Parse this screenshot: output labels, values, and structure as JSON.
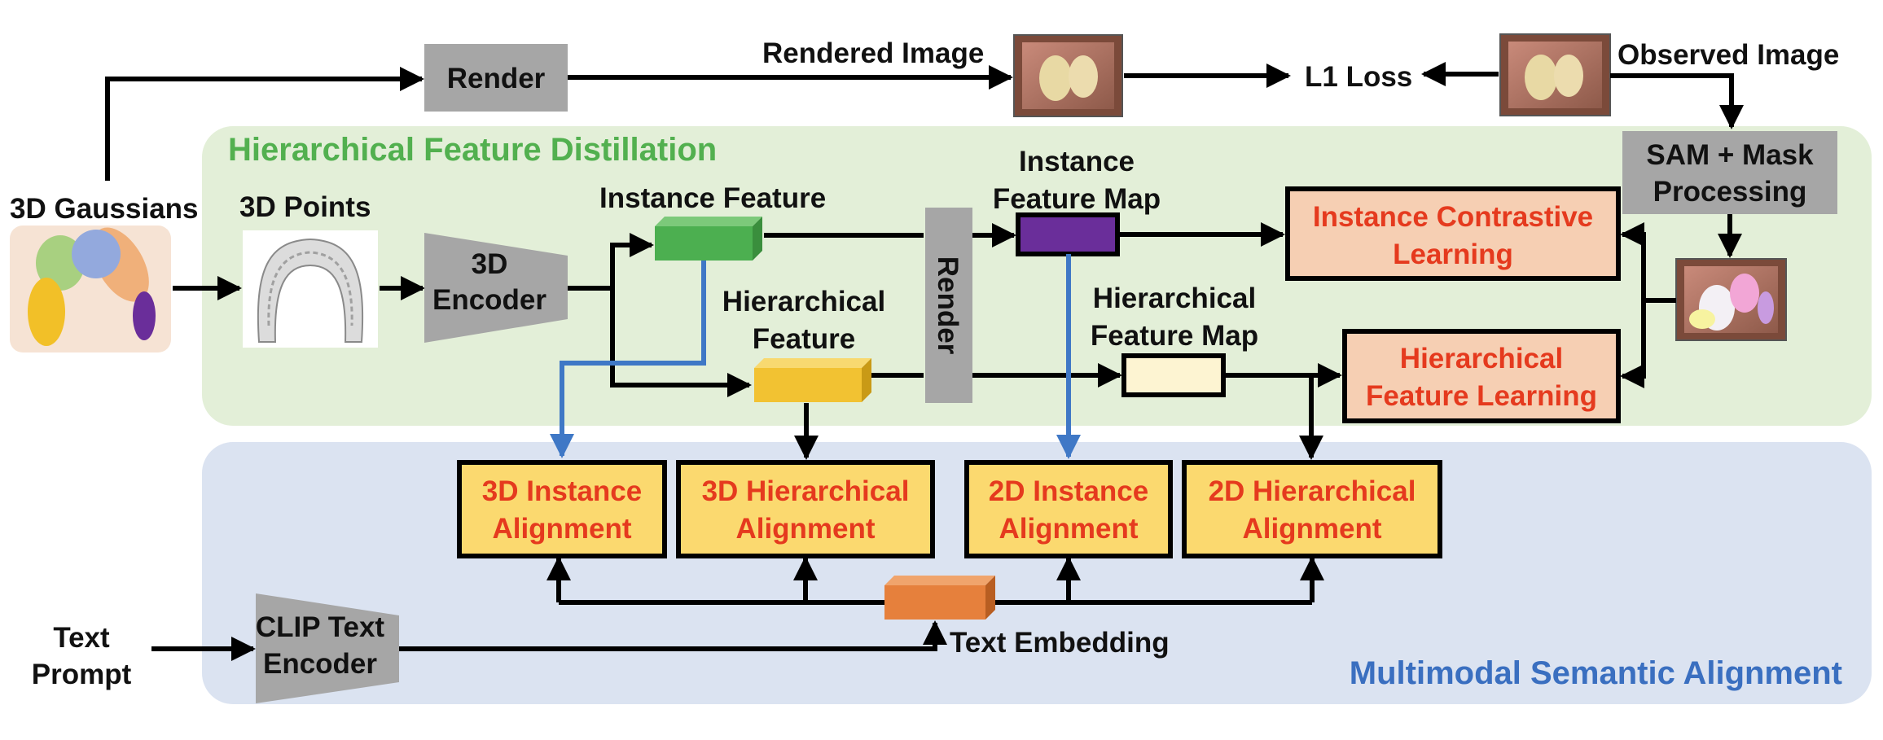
{
  "colors": {
    "green_panel": "#e3efd8",
    "blue_panel": "#dbe3f1",
    "green_title": "#52b04f",
    "blue_title": "#3a6fc0",
    "red_text": "#e53a1e",
    "alignment_box": "#fbd96f",
    "learning_box": "#f6cfb3",
    "gray_block": "#a6a6a6",
    "instance_feature": "#4caf50",
    "hierarchical_feature": "#f2c232",
    "instance_map": "#6a2e9a",
    "hier_map": "#fdf4d2",
    "text_embedding": "#e6803c",
    "blue_line": "#3f78c6"
  },
  "sections": {
    "hfd_title": "Hierarchical Feature Distillation",
    "msa_title": "Multimodal Semantic Alignment"
  },
  "inputs": {
    "gaussians": "3D Gaussians",
    "points": "3D Points",
    "text_prompt_1": "Text",
    "text_prompt_2": "Prompt"
  },
  "blocks": {
    "render_top": "Render",
    "render_side": "Render",
    "encoder_1": "3D",
    "encoder_2": "Encoder",
    "clip_1": "CLIP Text",
    "clip_2": "Encoder",
    "sam_1": "SAM + Mask",
    "sam_2": "Processing"
  },
  "labels": {
    "rendered_image": "Rendered Image",
    "observed_image": "Observed Image",
    "l1_loss": "L1 Loss",
    "instance_feature": "Instance Feature",
    "hier_feature_1": "Hierarchical",
    "hier_feature_2": "Feature",
    "instance_map_1": "Instance",
    "instance_map_2": "Feature Map",
    "hier_map_1": "Hierarchical",
    "hier_map_2": "Feature Map",
    "text_embedding": "Text Embedding"
  },
  "learning": {
    "contrastive_1": "Instance Contrastive",
    "contrastive_2": "Learning",
    "hier_1": "Hierarchical",
    "hier_2": "Feature Learning"
  },
  "alignment": {
    "a1_1": "3D Instance",
    "a1_2": "Alignment",
    "a2_1": "3D Hierarchical",
    "a2_2": "Alignment",
    "a3_1": "2D Instance",
    "a3_2": "Alignment",
    "a4_1": "2D Hierarchical",
    "a4_2": "Alignment"
  }
}
